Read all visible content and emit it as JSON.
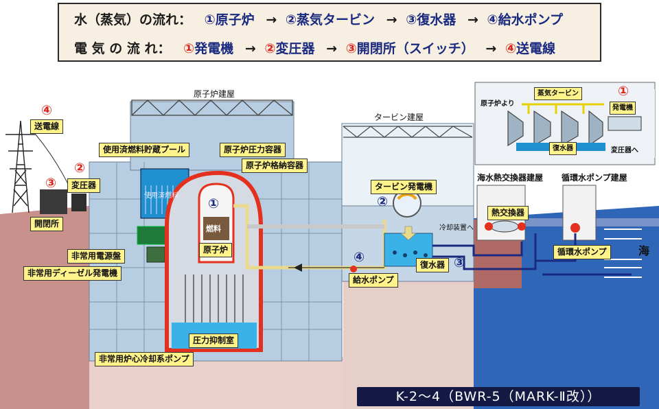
{
  "legend": {
    "water": {
      "heading": "水（蒸気）の流れ：",
      "steps": [
        {
          "num": "①",
          "text": "原子炉"
        },
        {
          "num": "②",
          "text": "蒸気タービン"
        },
        {
          "num": "③",
          "text": "復水器"
        },
        {
          "num": "④",
          "text": "給水ポンプ"
        }
      ]
    },
    "electricity": {
      "heading": "電 気 の 流 れ：",
      "steps": [
        {
          "num": "①",
          "text": "発電機"
        },
        {
          "num": "②",
          "text": "変圧器"
        },
        {
          "num": "③",
          "text": "開閉所（スイッチ）"
        },
        {
          "num": "④",
          "text": "送電線"
        }
      ]
    },
    "arrow": "→"
  },
  "buildings": {
    "reactor": "原子炉建屋",
    "turbine": "タービン建屋",
    "seawater_hx": "海水熱交換器建屋",
    "circ_pump": "循環水ポンプ建屋"
  },
  "labels": {
    "spent_fuel_pool": "使用済燃料貯蔵プール",
    "spent_fuel": "使用済燃料",
    "rpv": "原子炉圧力容器",
    "pcv": "原子炉格納容器",
    "fuel": "燃料",
    "reactor": "原子炉",
    "suppression_chamber": "圧力抑制室",
    "eccs_pump": "非常用炉心冷却系ポンプ",
    "emergency_panel": "非常用電源盤",
    "emergency_diesel": "非常用ディーゼル発電機",
    "transmission_line": "送電線",
    "transformer": "変圧器",
    "switchyard": "開閉所",
    "turbine_generator": "タービン発電機",
    "condenser": "復水器",
    "feedwater_pump": "給水ポンプ",
    "heat_exchanger": "熱交換器",
    "cooling_equipment": "冷却装置へ",
    "circ_water_pump": "循環水ポンプ",
    "sea": "海"
  },
  "numbers": {
    "n1": "①",
    "n2": "②",
    "n3": "③",
    "n4": "④"
  },
  "inset": {
    "steam_turbine": "蒸気タービン",
    "from_reactor": "原子炉より",
    "generator": "発電機",
    "condenser": "復水器",
    "to_transformer": "変圧器へ"
  },
  "model": "K-2～4（BWR-5（MARK-Ⅱ改））",
  "colors": {
    "building": "#b7cde2",
    "pcv_red": "#e4301e",
    "water_blue": "#1f8fd0",
    "sea": "#2f66b8",
    "ground": "#c78a86",
    "label_yellow": "#fff38a"
  }
}
